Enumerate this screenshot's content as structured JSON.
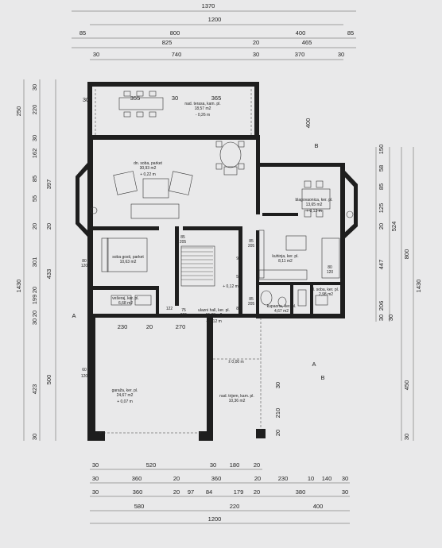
{
  "dimensions": {
    "top": [
      {
        "label": "1370"
      },
      {
        "label": "1200"
      },
      {
        "label": "85"
      },
      {
        "label": "800"
      },
      {
        "label": "400"
      },
      {
        "label": "85"
      },
      {
        "label": "825"
      },
      {
        "label": "20"
      },
      {
        "label": "465"
      },
      {
        "label": "30"
      },
      {
        "label": "740"
      },
      {
        "label": "30"
      },
      {
        "label": "370"
      },
      {
        "label": "30"
      }
    ],
    "bottom": [
      {
        "label": "30"
      },
      {
        "label": "520"
      },
      {
        "label": "30"
      },
      {
        "label": "180"
      },
      {
        "label": "20"
      },
      {
        "label": "30"
      },
      {
        "label": "360"
      },
      {
        "label": "20"
      },
      {
        "label": "360"
      },
      {
        "label": "20"
      },
      {
        "label": "230"
      },
      {
        "label": "10"
      },
      {
        "label": "140"
      },
      {
        "label": "30"
      },
      {
        "label": "30"
      },
      {
        "label": "360"
      },
      {
        "label": "20"
      },
      {
        "label": "97"
      },
      {
        "label": "84"
      },
      {
        "label": "179"
      },
      {
        "label": "20"
      },
      {
        "label": "380"
      },
      {
        "label": "30"
      },
      {
        "label": "580"
      },
      {
        "label": "220"
      },
      {
        "label": "400"
      },
      {
        "label": "1200"
      }
    ],
    "left": [
      {
        "label": "250"
      },
      {
        "label": "1430"
      },
      {
        "label": "30"
      },
      {
        "label": "220"
      },
      {
        "label": "30"
      },
      {
        "label": "162"
      },
      {
        "label": "85"
      },
      {
        "label": "55"
      },
      {
        "label": "20"
      },
      {
        "label": "301"
      },
      {
        "label": "20"
      },
      {
        "label": "199"
      },
      {
        "label": "20"
      },
      {
        "label": "30"
      },
      {
        "label": "423"
      },
      {
        "label": "30"
      },
      {
        "label": "397"
      },
      {
        "label": "20"
      },
      {
        "label": "433"
      },
      {
        "label": "500"
      }
    ],
    "right": [
      {
        "label": "150"
      },
      {
        "label": "58"
      },
      {
        "label": "85"
      },
      {
        "label": "125"
      },
      {
        "label": "20"
      },
      {
        "label": "447"
      },
      {
        "label": "206"
      },
      {
        "label": "30"
      },
      {
        "label": "30"
      },
      {
        "label": "524"
      },
      {
        "label": "800"
      },
      {
        "label": "1430"
      },
      {
        "label": "450"
      },
      {
        "label": "30"
      }
    ],
    "interior": [
      {
        "label": "30"
      },
      {
        "label": "355"
      },
      {
        "label": "30"
      },
      {
        "label": "365"
      },
      {
        "label": "400"
      },
      {
        "label": "230"
      },
      {
        "label": "20"
      },
      {
        "label": "270"
      },
      {
        "label": "30"
      },
      {
        "label": "210"
      },
      {
        "label": "20"
      }
    ]
  },
  "rooms": [
    {
      "name": "nad. terasa, kam. pl.",
      "area": "18,57 m2",
      "level": "- 0,26 m"
    },
    {
      "name": "dn. soba, parket",
      "area": "30,93 m2",
      "level": "+ 0,22 m"
    },
    {
      "name": "blagovaonica, ker. pl.",
      "area": "13,65 m2",
      "level": "+ 0,12 m"
    },
    {
      "name": "soba gosti, parket",
      "area": "10,63 m2",
      "level": ""
    },
    {
      "name": "ulazni hall, ker. pl.",
      "area": "15,38 m2",
      "level": "+ 0,12 m"
    },
    {
      "name": "kuhinja, ker. pl.",
      "area": "8,11 m2",
      "level": ""
    },
    {
      "name": "kupaona, ker. pl.",
      "area": "4,67 m2",
      "level": ""
    },
    {
      "name": "l. soba, ker. pl.",
      "area": "2,98 m2",
      "level": ""
    },
    {
      "name": "vešeraj, ker. pl.",
      "area": "6,68 m2",
      "level": ""
    },
    {
      "name": "garaža, ker. pl.",
      "area": "24,67 m2",
      "level": "+ 0,07 m"
    },
    {
      "name": "nad. trijem, kam. pl.",
      "area": "10,36 m2",
      "level": ""
    }
  ],
  "openings": [
    {
      "label": "85"
    },
    {
      "label": "205"
    },
    {
      "label": "85"
    },
    {
      "label": "205"
    },
    {
      "label": "85"
    },
    {
      "label": "205"
    },
    {
      "label": "75"
    },
    {
      "label": "205"
    },
    {
      "label": "97"
    },
    {
      "label": "56"
    },
    {
      "label": "122"
    },
    {
      "label": "84"
    },
    {
      "label": "80"
    },
    {
      "label": "120"
    },
    {
      "label": "80"
    },
    {
      "label": "120"
    },
    {
      "label": "60"
    },
    {
      "label": "120"
    }
  ],
  "notes": {
    "section_a": "A",
    "section_b": "B",
    "zero_level": "± 0,00 m",
    "level_012": "+ 0,12 m"
  }
}
